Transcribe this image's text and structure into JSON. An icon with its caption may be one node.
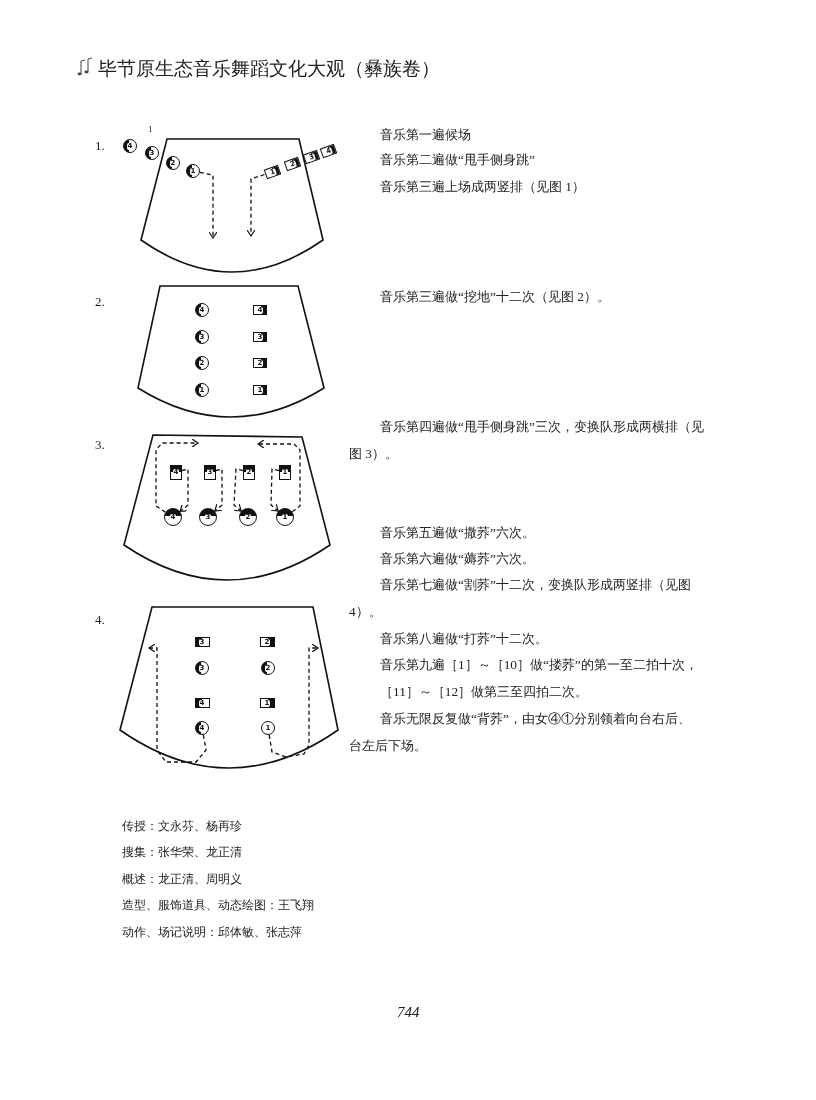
{
  "diagram": {
    "nodes": [
      {
        "text": [],
        "shape": "stage"
      },
      {
        "text": [
          "4"
        ]
      },
      {
        "text": [
          "3"
        ]
      },
      {
        "text": [
          "2"
        ],
        "in": 0
      },
      {
        "text": [
          "1"
        ],
        "in": 0
      },
      {
        "text": [
          "1"
        ],
        "in": 0
      },
      {
        "text": [
          "2"
        ],
        "in": 0
      },
      {
        "text": [
          "3"
        ]
      },
      {
        "text": [
          "4"
        ]
      },
      {
        "text": [],
        "shape": "stage"
      },
      {
        "text": [
          "4"
        ],
        "in": 9
      },
      {
        "text": [
          "4"
        ],
        "in": 9
      },
      {
        "text": [
          "3"
        ],
        "in": 9
      },
      {
        "text": [
          "3"
        ],
        "in": 9
      },
      {
        "text": [
          "2"
        ],
        "in": 9
      },
      {
        "text": [
          "2"
        ],
        "in": 9
      },
      {
        "text": [
          "1"
        ],
        "in": 9
      },
      {
        "text": [
          "1"
        ],
        "in": 9
      },
      {
        "text": [],
        "shape": "stage"
      },
      {
        "text": [
          "4"
        ],
        "in": 18
      },
      {
        "text": [
          "3"
        ],
        "in": 18
      },
      {
        "text": [
          "2"
        ],
        "in": 18
      },
      {
        "text": [
          "1"
        ],
        "in": 18
      },
      {
        "text": [
          "4"
        ],
        "in": 18
      },
      {
        "text": [
          "3"
        ],
        "in": 18
      },
      {
        "text": [
          "2"
        ],
        "in": 18
      },
      {
        "text": [
          "1"
        ],
        "in": 18
      },
      {
        "text": [],
        "shape": "stage"
      },
      {
        "text": [
          "3"
        ],
        "in": 27
      },
      {
        "text": [
          "2"
        ],
        "in": 27
      },
      {
        "text": [
          "3"
        ],
        "in": 27
      },
      {
        "text": [
          "2"
        ],
        "in": 27
      },
      {
        "text": [
          "4"
        ],
        "in": 27
      },
      {
        "text": [
          "1"
        ],
        "in": 27
      },
      {
        "text": [
          "4"
        ],
        "in": 27
      },
      {
        "text": [
          "1"
        ],
        "in": 27
      }
    ],
    "edges": [
      {
        "from": 4,
        "to": null,
        "arrow": "to"
      },
      {
        "from": 5,
        "to": null,
        "arrow": "to"
      },
      {
        "from": 23,
        "to": null,
        "arrow": "to"
      },
      {
        "from": 19,
        "to": 23,
        "arrow": "to"
      },
      {
        "from": 20,
        "to": 24,
        "arrow": "to"
      },
      {
        "from": 21,
        "to": 25,
        "arrow": "to"
      },
      {
        "from": 22,
        "to": 26,
        "arrow": "to"
      },
      {
        "from": 26,
        "to": null,
        "arrow": "to"
      },
      {
        "from": 34,
        "to": null,
        "arrow": "to"
      },
      {
        "from": 35,
        "to": null,
        "arrow": "to"
      }
    ],
    "labels": [
      "毕节原生态音乐舞蹈文化大观（彝族卷）",
      "1",
      "1.",
      "音乐第一遍候场",
      "音乐第二遍做“甩手侧身跳”",
      "音乐第三遍上场成两竖排（见图 1）",
      "2.",
      "音乐第三遍做“挖地”十二次（见图 2）。",
      "3.",
      "音乐第四遍做“甩手侧身跳”三次，变换队形成两横排（见图 3）。",
      "音乐第五遍做“撒荞”六次。",
      "音乐第六遍做“薅荞”六次。",
      "音乐第七遍做“割荞”十二次，变换队形成两竖排（见图 4）。",
      "4.",
      "音乐第八遍做“打荞”十二次。",
      "音乐第九遍［1］～［10］做“搂荞”的第一至二拍十次，［11］～［12］做第三至四拍二次。",
      "音乐无限反复做“背荞”，由女④①分别领着向台右后、台左后下场。",
      "传授：文永芬、杨再珍",
      "搜集：张华荣、龙正清",
      "概述：龙正清、周明义",
      "造型、服饰道具、动态绘图：王飞翔",
      "动作、场记说明：邱体敏、张志萍",
      "744"
    ]
  }
}
